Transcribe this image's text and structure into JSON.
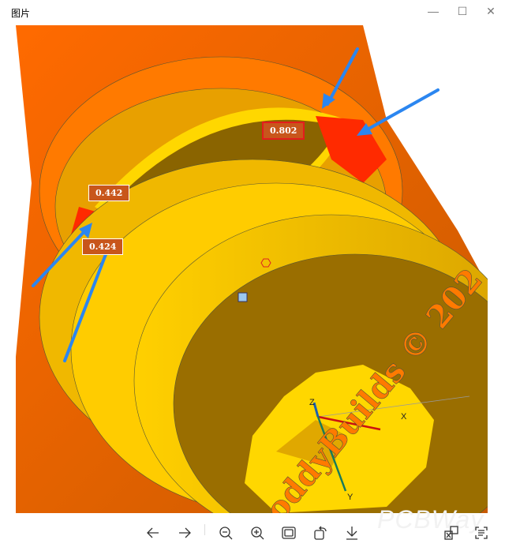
{
  "window": {
    "title": "图片",
    "minimize_icon": "minimize-icon",
    "maximize_icon": "maximize-icon",
    "close_icon": "close-icon"
  },
  "viewer": {
    "measurements": [
      "0.802",
      "0.442",
      "0.424"
    ],
    "axes": {
      "x": "X",
      "y": "Y",
      "z": "Z"
    },
    "embossed_text": "oddyBuilds © 202",
    "colors": {
      "base": "#ffd700",
      "hot": "#ff2a00",
      "warm": "#ff7a00",
      "dark": "#9a6e00",
      "arrow": "#2b86f0"
    }
  },
  "toolbar": {
    "items": [
      "previous",
      "next",
      "zoom-out",
      "zoom-in",
      "fit-window",
      "rotate",
      "save",
      "visual-search",
      "text-recognition"
    ]
  },
  "watermark": "PCBWay"
}
